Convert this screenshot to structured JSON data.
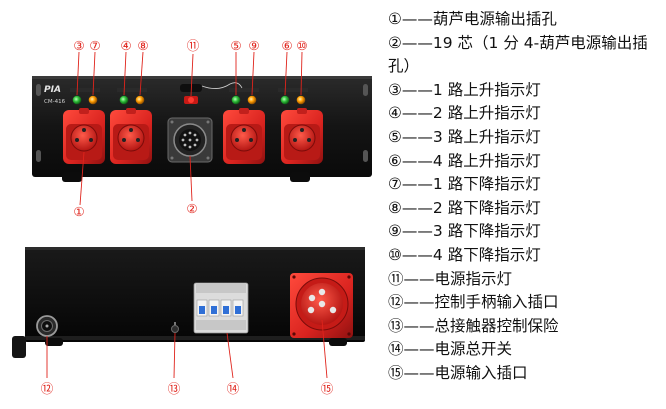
{
  "callouts": {
    "c1": "①",
    "c2": "②",
    "c3": "③",
    "c4": "④",
    "c5": "⑤",
    "c6": "⑥",
    "c7": "⑦",
    "c8": "⑧",
    "c9": "⑨",
    "c10": "⑩",
    "c11": "⑪",
    "c12": "⑫",
    "c13": "⑬",
    "c14": "⑭",
    "c15": "⑮"
  },
  "panel": {
    "brand": "PIA",
    "model": "CM-416"
  },
  "legend": [
    {
      "num": "①",
      "text": "——葫芦电源输出插孔"
    },
    {
      "num": "②",
      "text": "——19 芯（1 分 4-葫芦电源输出插孔）"
    },
    {
      "num": "③",
      "text": "——1 路上升指示灯"
    },
    {
      "num": "④",
      "text": "——2 路上升指示灯"
    },
    {
      "num": "⑤",
      "text": "——3 路上升指示灯"
    },
    {
      "num": "⑥",
      "text": "——4 路上升指示灯"
    },
    {
      "num": "⑦",
      "text": "——1 路下降指示灯"
    },
    {
      "num": "⑧",
      "text": "——2 路下降指示灯"
    },
    {
      "num": "⑨",
      "text": "——3 路下降指示灯"
    },
    {
      "num": "⑩",
      "text": "——4 路下降指示灯"
    },
    {
      "num": "⑪",
      "text": "——电源指示灯"
    },
    {
      "num": "⑫",
      "text": "——控制手柄输入插口"
    },
    {
      "num": "⑬",
      "text": "——总接触器控制保险"
    },
    {
      "num": "⑭",
      "text": "——电源总开关"
    },
    {
      "num": "⑮",
      "text": "——电源输入插口"
    }
  ],
  "colors": {
    "socket_red": "#d9231f",
    "led_green": "#2fbf3a",
    "led_amber": "#ff9d00",
    "callout_red": "#e0241c",
    "chassis": "#141414"
  }
}
